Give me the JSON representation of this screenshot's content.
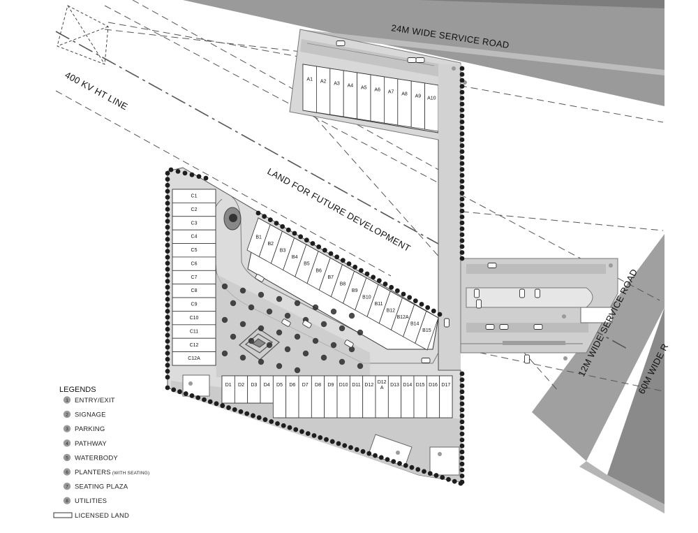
{
  "labels": {
    "road_24m": "24M WIDE SERVICE ROAD",
    "ht_line": "400 KV HT LINE",
    "future_dev": "LAND FOR FUTURE DEVELOPMENT",
    "road_12m": "12M WIDE SERVICE ROAD",
    "road_60m": "60M WIDE R"
  },
  "plots": {
    "a": [
      "A1",
      "A2",
      "A3",
      "A4",
      "A5",
      "A6",
      "A7",
      "A8",
      "A9",
      "A10"
    ],
    "b": [
      "B1",
      "B2",
      "B3",
      "B4",
      "B5",
      "B6",
      "B7",
      "B8",
      "B9",
      "B10",
      "B11",
      "B12",
      "B12A",
      "B14",
      "B15"
    ],
    "c": [
      "C1",
      "C2",
      "C3",
      "C4",
      "C5",
      "C6",
      "C7",
      "C8",
      "C9",
      "C10",
      "C11",
      "C12",
      "C12A"
    ],
    "d": [
      "D1",
      "D2",
      "D3",
      "D4",
      "D5",
      "D6",
      "D7",
      "D8",
      "D9",
      "D10",
      "D11",
      "D12",
      "D12\nA",
      "D13",
      "D14",
      "D15",
      "D16",
      "D17"
    ]
  },
  "legend": {
    "title": "LEGENDS",
    "items": [
      {
        "num": "1",
        "text": "ENTRY/EXIT",
        "small": ""
      },
      {
        "num": "2",
        "text": "SIGNAGE",
        "small": ""
      },
      {
        "num": "3",
        "text": "PARKING",
        "small": ""
      },
      {
        "num": "4",
        "text": "PATHWAY",
        "small": ""
      },
      {
        "num": "5",
        "text": "WATERBODY",
        "small": ""
      },
      {
        "num": "6",
        "text": "PLANTERS",
        "small": " (WITH SEATING)"
      },
      {
        "num": "7",
        "text": "SEATING PLAZA",
        "small": ""
      },
      {
        "num": "8",
        "text": "UTILITIES",
        "small": ""
      }
    ],
    "licensed": "LICENSED LAND"
  },
  "colors": {
    "road_dark": "#8c8c8c",
    "road_light": "#a9a9a9",
    "paving": "#d4d4d4",
    "tree": "#1e1e1e",
    "line": "#444444"
  }
}
